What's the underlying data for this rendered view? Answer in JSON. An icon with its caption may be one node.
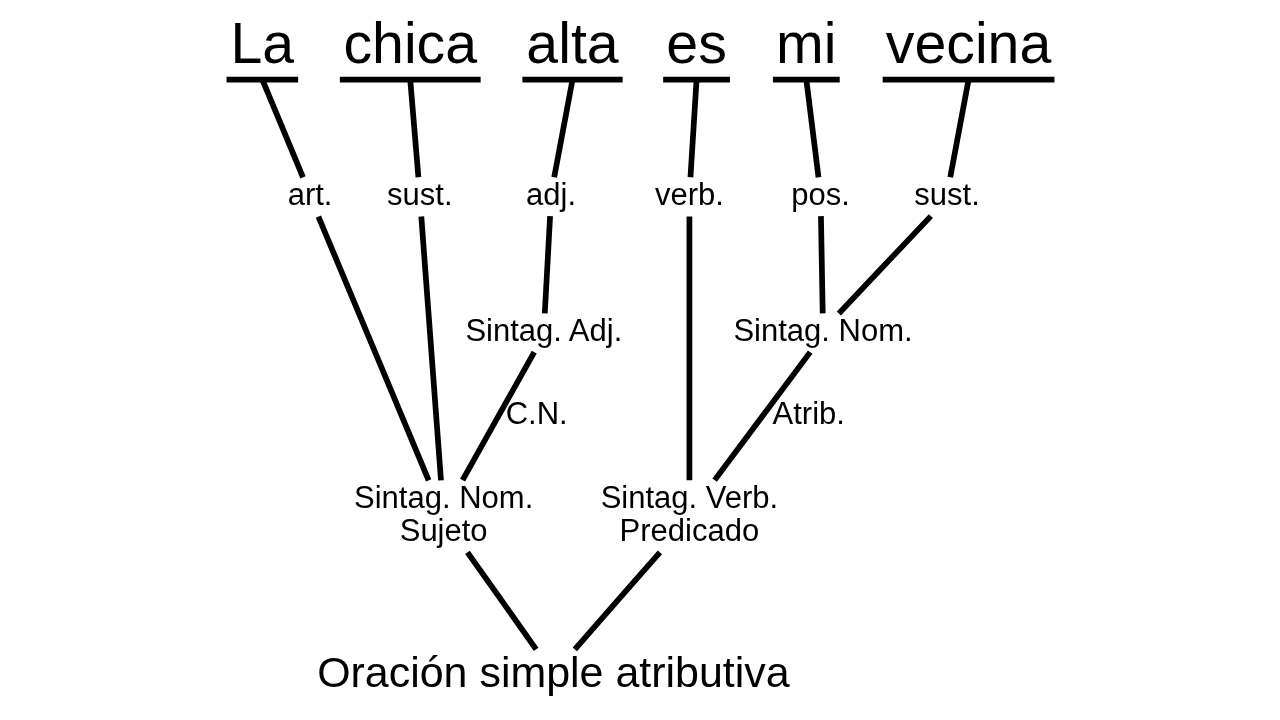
{
  "diagram": {
    "nodes": [
      {
        "text": [
          "La"
        ]
      },
      {
        "text": [
          "chica"
        ]
      },
      {
        "text": [
          "alta"
        ]
      },
      {
        "text": [
          "es"
        ]
      },
      {
        "text": [
          "mi"
        ]
      },
      {
        "text": [
          "vecina"
        ]
      },
      {
        "text": [
          "art."
        ]
      },
      {
        "text": [
          "sust."
        ]
      },
      {
        "text": [
          "adj."
        ]
      },
      {
        "text": [
          "verb."
        ]
      },
      {
        "text": [
          "pos."
        ]
      },
      {
        "text": [
          "sust."
        ]
      },
      {
        "text": [
          "Sintag. Adj."
        ]
      },
      {
        "text": [
          "Sintag. Nom."
        ]
      },
      {
        "text": [
          "Sintag. Nom.",
          "Sujeto"
        ]
      },
      {
        "text": [
          "Sintag. Verb.",
          "Predicado"
        ]
      },
      {
        "text": [
          "Oración simple atributiva"
        ]
      }
    ],
    "edges": [
      {
        "from": 0,
        "to": 6,
        "arrow": "none"
      },
      {
        "from": 1,
        "to": 7,
        "arrow": "none"
      },
      {
        "from": 2,
        "to": 8,
        "arrow": "none"
      },
      {
        "from": 3,
        "to": 9,
        "arrow": "none"
      },
      {
        "from": 4,
        "to": 10,
        "arrow": "none"
      },
      {
        "from": 5,
        "to": 11,
        "arrow": "none"
      },
      {
        "from": 6,
        "to": 14,
        "arrow": "none"
      },
      {
        "from": 7,
        "to": 14,
        "arrow": "none"
      },
      {
        "from": 8,
        "to": 12,
        "arrow": "none"
      },
      {
        "from": 12,
        "to": 14,
        "arrow": "none",
        "label": "C.N."
      },
      {
        "from": 9,
        "to": 15,
        "arrow": "none"
      },
      {
        "from": 10,
        "to": 13,
        "arrow": "none"
      },
      {
        "from": 11,
        "to": 13,
        "arrow": "none"
      },
      {
        "from": 13,
        "to": 15,
        "arrow": "none",
        "label": "Atrib."
      },
      {
        "from": 14,
        "to": 16,
        "arrow": "none"
      },
      {
        "from": 15,
        "to": 16,
        "arrow": "none"
      }
    ]
  }
}
